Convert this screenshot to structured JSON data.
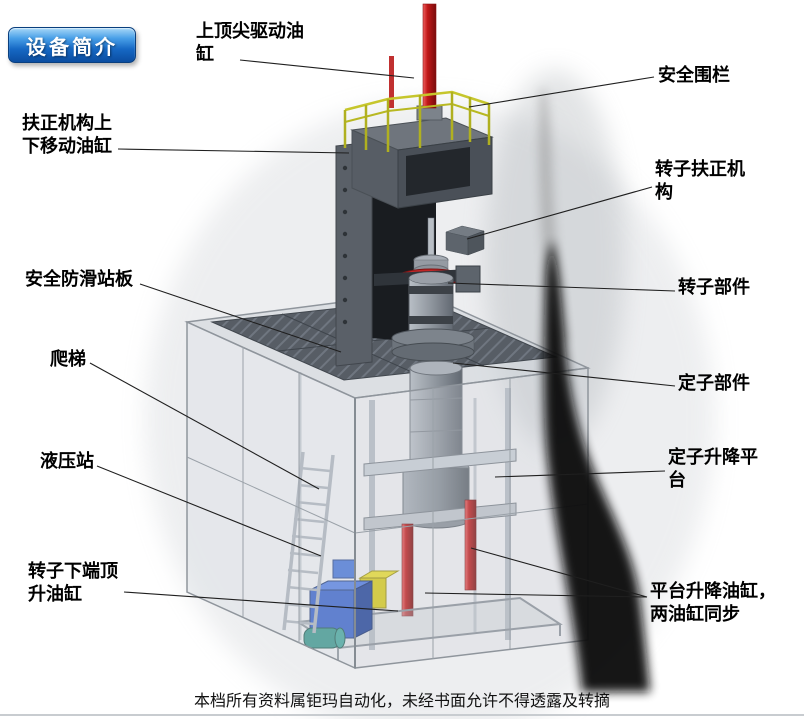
{
  "title_badge": {
    "label": "设备简介"
  },
  "callouts": [
    {
      "id": "top-drive-cylinder",
      "text": "上顶尖驱动油缸"
    },
    {
      "id": "safety-fence",
      "text": "安全围栏"
    },
    {
      "id": "centering-lift-cylinder",
      "text": "扶正机构上下移动油缸"
    },
    {
      "id": "rotor-centering-mech",
      "text": "转子扶正机构"
    },
    {
      "id": "antislip-platform",
      "text": "安全防滑站板"
    },
    {
      "id": "rotor-part",
      "text": "转子部件"
    },
    {
      "id": "ladder",
      "text": "爬梯"
    },
    {
      "id": "stator-part",
      "text": "定子部件"
    },
    {
      "id": "hydraulic-station",
      "text": "液压站"
    },
    {
      "id": "stator-lift-platform",
      "text": "定子升降平台"
    },
    {
      "id": "rotor-bottom-jack",
      "text": "转子下端顶升油缸"
    },
    {
      "id": "platform-lift-cylinders",
      "text": "平台升降油缸，两油缸同步"
    }
  ],
  "footer": {
    "text": "本档所有资料属钜玛自动化，未经书面允许不得透露及转摘"
  },
  "illustration": {
    "colors": {
      "badge_blue": "#1668c4",
      "cylinder_red": "#c01818",
      "railing_yellow": "#c6c62c",
      "machine_gray": "#5a6068",
      "plate_gray": "#575d65",
      "enclosure_gray": "#cdd2d8",
      "hydraulic_blue": "#2b57c8",
      "hydraulic_yellow": "#d6ca14",
      "motor_teal": "#2f8f85",
      "smoke_black": "#101010"
    }
  }
}
